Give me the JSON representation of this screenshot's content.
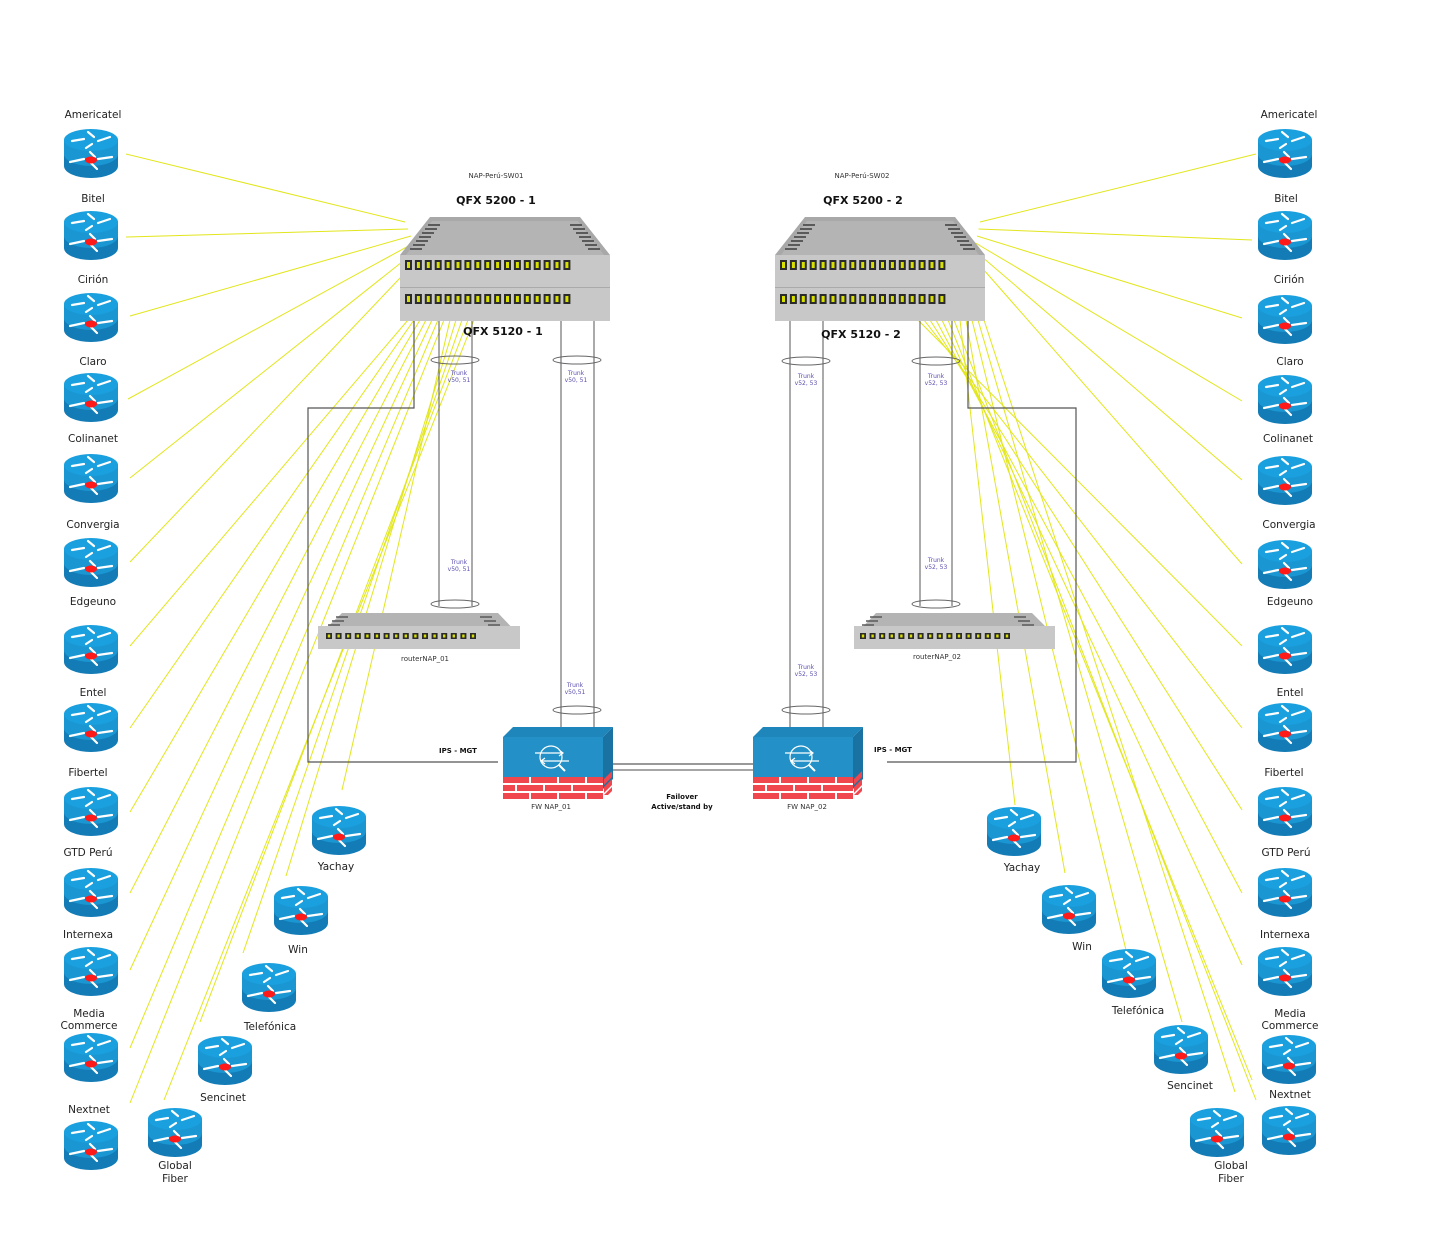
{
  "switches": [
    {
      "id": "sw1",
      "hostname": "NAP-Perú-SW01",
      "model_top": "QFX 5200 - 1",
      "model_bottom": "QFX 5120 - 1"
    },
    {
      "id": "sw2",
      "hostname": "NAP-Perú-SW02",
      "model_top": "QFX 5200 - 2",
      "model_bottom": "QFX 5120 - 2"
    }
  ],
  "routers": [
    {
      "id": "r1",
      "name": "routerNAP_01"
    },
    {
      "id": "r2",
      "name": "routerNAP_02"
    }
  ],
  "firewalls": [
    {
      "id": "fw1",
      "name": "FW NAP_01",
      "mgmt_label": "IPS - MGT"
    },
    {
      "id": "fw2",
      "name": "FW NAP_02",
      "mgmt_label": "IPS - MGT"
    }
  ],
  "failover": {
    "line1": "Failover",
    "line2": "Active/stand by"
  },
  "trunks": {
    "left": {
      "line1": "Trunk",
      "line2": "v50, 51",
      "line2_fw": "v50,51"
    },
    "right": {
      "line1": "Trunk",
      "line2": "v52, 53"
    }
  },
  "isps_left_column": [
    {
      "name": [
        "Americatel"
      ]
    },
    {
      "name": [
        "Bitel"
      ]
    },
    {
      "name": [
        "Cirión"
      ]
    },
    {
      "name": [
        "Claro"
      ]
    },
    {
      "name": [
        "Colinanet"
      ]
    },
    {
      "name": [
        "Convergia"
      ]
    },
    {
      "name": [
        "Edgeuno"
      ]
    },
    {
      "name": [
        "Entel"
      ]
    },
    {
      "name": [
        "Fibertel"
      ]
    },
    {
      "name": [
        "GTD Perú"
      ]
    },
    {
      "name": [
        "Internexa"
      ]
    },
    {
      "name": [
        "Media",
        "Commerce"
      ]
    },
    {
      "name": [
        "Nextnet"
      ]
    }
  ],
  "isps_left_inner": [
    {
      "name": [
        "Yachay"
      ]
    },
    {
      "name": [
        "Win"
      ]
    },
    {
      "name": [
        "Telefónica"
      ]
    },
    {
      "name": [
        "Sencinet"
      ]
    },
    {
      "name": [
        "Global",
        "Fiber"
      ]
    }
  ],
  "isps_right_column": [
    {
      "name": [
        "Americatel"
      ]
    },
    {
      "name": [
        "Bitel"
      ]
    },
    {
      "name": [
        "Cirión"
      ]
    },
    {
      "name": [
        "Claro"
      ]
    },
    {
      "name": [
        "Colinanet"
      ]
    },
    {
      "name": [
        "Convergia"
      ]
    },
    {
      "name": [
        "Edgeuno"
      ]
    },
    {
      "name": [
        "Entel"
      ]
    },
    {
      "name": [
        "Fibertel"
      ]
    },
    {
      "name": [
        "GTD Perú"
      ]
    },
    {
      "name": [
        "Internexa"
      ]
    },
    {
      "name": [
        "Media",
        "Commerce"
      ]
    },
    {
      "name": [
        "Nextnet"
      ]
    }
  ],
  "isps_right_inner": [
    {
      "name": [
        "Yachay"
      ]
    },
    {
      "name": [
        "Win"
      ]
    },
    {
      "name": [
        "Telefónica"
      ]
    },
    {
      "name": [
        "Sencinet"
      ]
    },
    {
      "name": [
        "Global",
        "Fiber"
      ]
    }
  ],
  "colors": {
    "uplink": "#e2e61c",
    "router_blue": "#1a8fcc",
    "router_dark": "#137bb5",
    "router_dot": "#ff1a1a",
    "switch_gray": "#c8c8c8",
    "port_yellow": "#d7e000",
    "firewall_blue": "#2391c7",
    "firewall_brick": "#f0474f",
    "trunk_text": "#5a4fb0"
  }
}
